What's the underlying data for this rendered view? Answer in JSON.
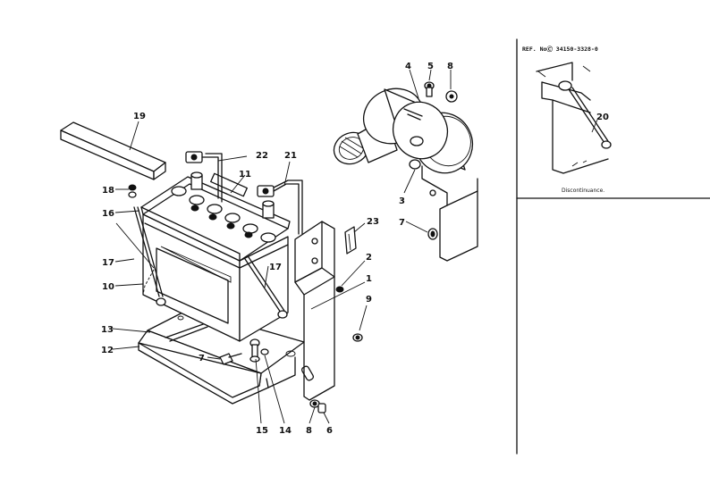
{
  "inset": {
    "ref_label": "REF. NoⒸ 34150-3328-0",
    "caption": "Discontinuance.",
    "part_label": "20"
  },
  "callouts": [
    {
      "id": "c19",
      "label": "19"
    },
    {
      "id": "c22",
      "label": "22"
    },
    {
      "id": "c11",
      "label": "11"
    },
    {
      "id": "c21",
      "label": "21"
    },
    {
      "id": "c18",
      "label": "18"
    },
    {
      "id": "c16",
      "label": "16"
    },
    {
      "id": "c17a",
      "label": "17"
    },
    {
      "id": "c17b",
      "label": "17"
    },
    {
      "id": "c10",
      "label": "10"
    },
    {
      "id": "c13",
      "label": "13"
    },
    {
      "id": "c12",
      "label": "12"
    },
    {
      "id": "c7a",
      "label": "7"
    },
    {
      "id": "c15",
      "label": "15"
    },
    {
      "id": "c14",
      "label": "14"
    },
    {
      "id": "c8a",
      "label": "8"
    },
    {
      "id": "c6",
      "label": "6"
    },
    {
      "id": "c9",
      "label": "9"
    },
    {
      "id": "c1",
      "label": "1"
    },
    {
      "id": "c2",
      "label": "2"
    },
    {
      "id": "c23",
      "label": "23"
    },
    {
      "id": "c4",
      "label": "4"
    },
    {
      "id": "c5",
      "label": "5"
    },
    {
      "id": "c8b",
      "label": "8"
    },
    {
      "id": "c3",
      "label": "3"
    },
    {
      "id": "c7b",
      "label": "7"
    }
  ]
}
